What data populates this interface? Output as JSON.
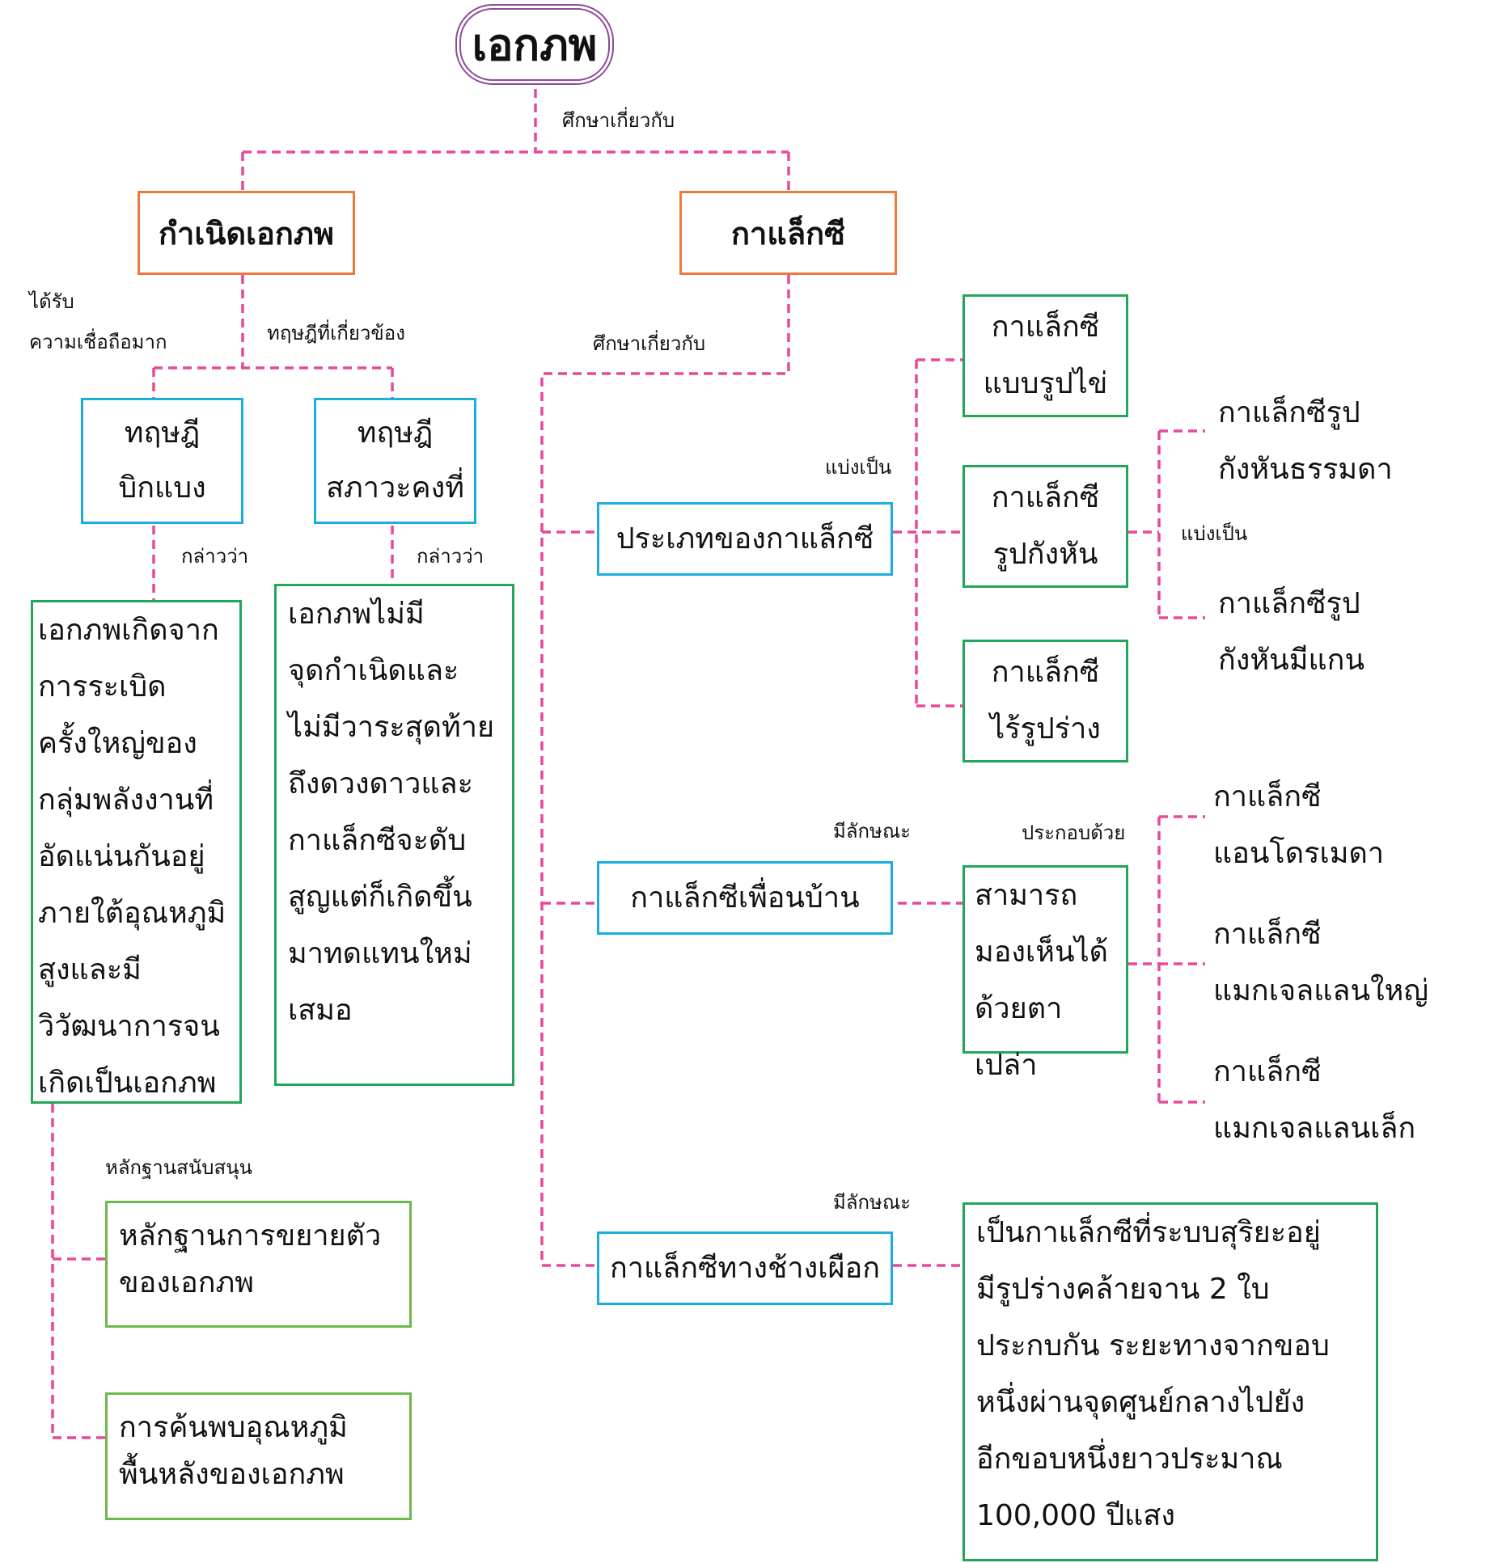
{
  "root": {
    "title": "เอกภพ"
  },
  "labels": {
    "study_about_1": "ศึกษาเกี่ยวกับ",
    "study_about_2": "ศึกษาเกี่ยวกับ",
    "credible": "ได้รับ\nความเชื่อถือมาก",
    "related_theories": "ทฤษฎีที่เกี่ยวข้อง",
    "says_1": "กล่าวว่า",
    "says_2": "กล่าวว่า",
    "supporting_evidence": "หลักฐานสนับสนุน",
    "divided_into_1": "แบ่งเป็น",
    "divided_into_2": "แบ่งเป็น",
    "has_characteristics_1": "มีลักษณะ",
    "has_characteristics_2": "มีลักษณะ",
    "consists_of": "ประกอบด้วย"
  },
  "universe_origin": {
    "title": "กำเนิดเอกภพ"
  },
  "galaxy": {
    "title": "กาแล็กซี"
  },
  "big_bang": {
    "title": "ทฤษฎี\nบิกแบง",
    "description": "เอกภพเกิดจาก\nการระเบิด\nครั้งใหญ่ของ\nกลุ่มพลังงานที่\nอัดแน่นกันอยู่\nภายใต้อุณหภูมิ\nสูงและมี\nวิวัฒนาการจน\nเกิดเป็นเอกภพ"
  },
  "steady_state": {
    "title": "ทฤษฎี\nสภาวะคงที่",
    "description": "เอกภพไม่มี\nจุดกำเนิดและ\nไม่มีวาระสุดท้าย\nถึงดวงดาวและ\nกาแล็กซีจะดับ\nสูญแต่ก็เกิดขึ้น\nมาทดแทนใหม่\nเสมอ"
  },
  "evidence": {
    "expansion": "หลักฐานการขยายตัว\nของเอกภพ",
    "background_temp": "การค้นพบอุณหภูมิ\nพื้นหลังของเอกภพ"
  },
  "galaxy_types": {
    "title": "ประเภทของกาแล็กซี",
    "elliptical": "กาแล็กซี\nแบบรูปไข่",
    "spiral": "กาแล็กซี\nรูปกังหัน",
    "irregular": "กาแล็กซี\nไร้รูปร่าง",
    "normal_spiral": "กาแล็กซีรูป\nกังหันธรรมดา",
    "barred_spiral": "กาแล็กซีรูป\nกังหันมีแกน"
  },
  "neighbor_galaxies": {
    "title": "กาแล็กซีเพื่อนบ้าน",
    "visibility": "สามารถ\nมองเห็นได้\nด้วยตาเปล่า",
    "andromeda": "กาแล็กซี\nแอนโดรเมดา",
    "large_magellanic": "กาแล็กซี\nแมกเจลแลนใหญ่",
    "small_magellanic": "กาแล็กซี\nแมกเจลแลนเล็ก"
  },
  "milky_way": {
    "title": "กาแล็กซีทางช้างเผือก",
    "description": "เป็นกาแล็กซีที่ระบบสุริยะอยู่\nมีรูปร่างคล้ายจาน 2 ใบ\nประกบกัน ระยะทางจากขอบ\nหนึ่งผ่านจุดศูนย์กลางไปยัง\nอีกขอบหนึ่งยาวประมาณ\n100,000 ปีแสง"
  },
  "colors": {
    "connector": "#e8489a",
    "root_border": "#8e4a9b",
    "level1_border": "#ec7a3c",
    "level2_border": "#1aaede",
    "detail_border": "#23a55a",
    "evidence_border": "#6db84a"
  }
}
